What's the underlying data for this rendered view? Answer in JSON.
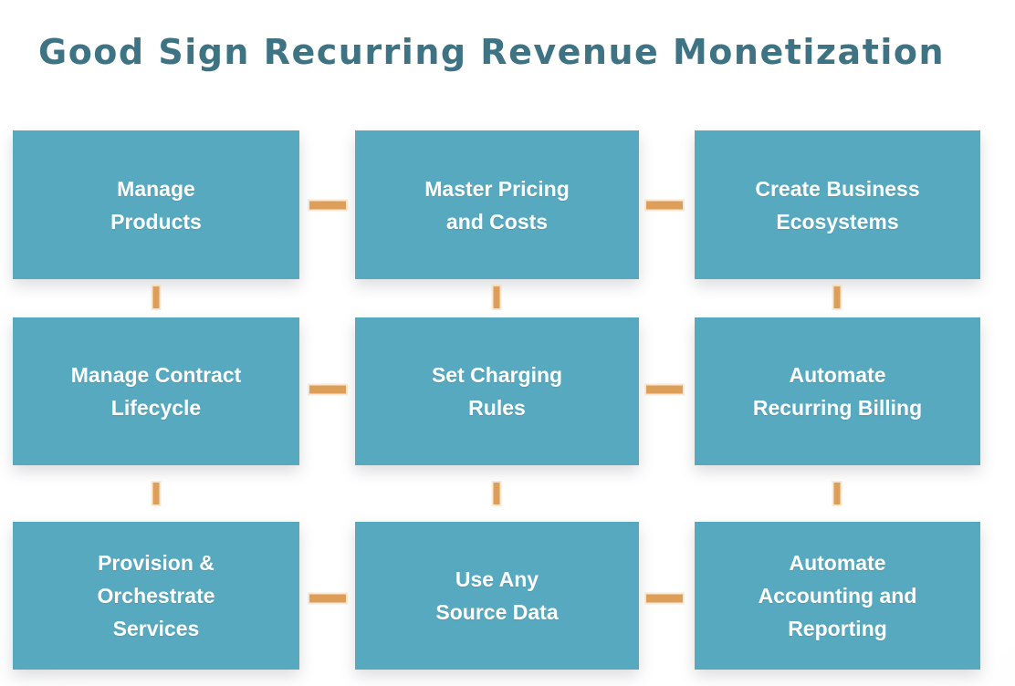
{
  "title": "Good Sign Recurring Revenue Monetization",
  "colors": {
    "box_fill": "#57A9BF",
    "box_text": "#FFFFFF",
    "title_text": "#3E7384",
    "connector": "#DC9E58",
    "background": "#FFFFFF"
  },
  "diagram": {
    "boxes": [
      {
        "id": "manage-products",
        "label": "Manage\nProducts"
      },
      {
        "id": "master-pricing-and-costs",
        "label": "Master Pricing\nand Costs"
      },
      {
        "id": "create-business-ecosystems",
        "label": "Create Business\nEcosystems"
      },
      {
        "id": "manage-contract-lifecycle",
        "label": "Manage Contract\nLifecycle"
      },
      {
        "id": "set-charging-rules",
        "label": "Set Charging\nRules"
      },
      {
        "id": "automate-recurring-billing",
        "label": "Automate\nRecurring Billing"
      },
      {
        "id": "provision-orchestrate-services",
        "label": "Provision &\nOrchestrate\nServices"
      },
      {
        "id": "use-any-source-data",
        "label": "Use Any\nSource Data"
      },
      {
        "id": "automate-accounting-and-reporting",
        "label": "Automate\nAccounting and\nReporting"
      }
    ]
  }
}
